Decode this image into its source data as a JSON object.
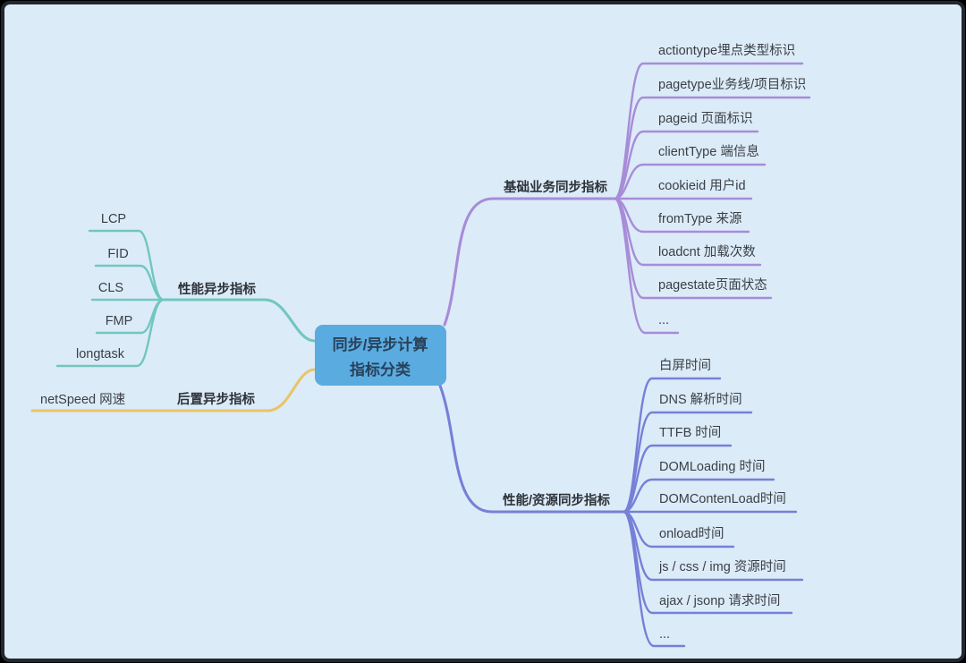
{
  "palette": {
    "background": "#dcebf8",
    "frame": "#22282f",
    "root_fill": "#5aabe0",
    "root_text": "#28415a",
    "teal": "#71c7be",
    "yellow": "#e8c46a",
    "purple": "#a78cd8",
    "blue": "#7680d7"
  },
  "root": {
    "fill": "#5aabe0",
    "line1": "同步/异步计算",
    "line2": "指标分类"
  },
  "branches": [
    {
      "name": "perf-async",
      "label": "性能异步指标",
      "color": "#71c7be",
      "side": "left",
      "children": [
        "LCP",
        "FID",
        "CLS",
        "FMP",
        "longtask"
      ]
    },
    {
      "name": "post-async",
      "label": "后置异步指标",
      "color": "#e8c46a",
      "side": "left",
      "children": [
        "netSpeed 网速"
      ]
    },
    {
      "name": "basic-biz-sync",
      "label": "基础业务同步指标",
      "color": "#a78cd8",
      "side": "right",
      "children": [
        "actiontype埋点类型标识",
        "pagetype业务线/项目标识",
        "pageid 页面标识",
        "clientType 端信息",
        "cookieid 用户id",
        "fromType 来源",
        "loadcnt 加载次数",
        "pagestate页面状态",
        "..."
      ]
    },
    {
      "name": "perf-resource-sync",
      "label": "性能/资源同步指标",
      "color": "#7680d7",
      "side": "right",
      "children": [
        "白屏时间",
        "DNS 解析时间",
        "TTFB 时间",
        "DOMLoading 时间",
        "DOMContenLoad时间",
        "onload时间",
        "js / css / img 资源时间",
        "ajax / jsonp 请求时间",
        "..."
      ]
    }
  ]
}
